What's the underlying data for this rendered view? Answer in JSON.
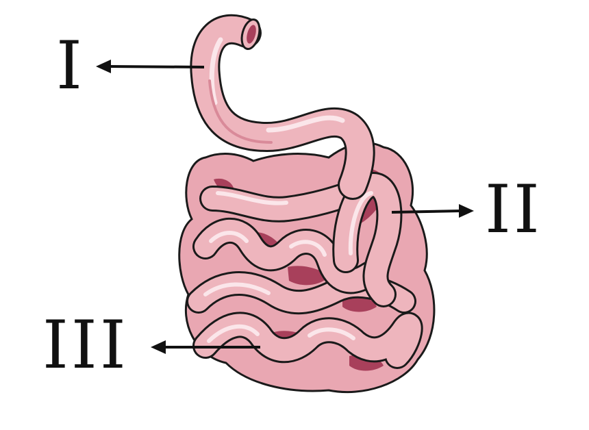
{
  "labels": {
    "part_1": "I",
    "part_2": "II",
    "part_3": "III"
  },
  "colors": {
    "intestine_fill": "#eeb5bd",
    "intestine_shadow": "#d98a99",
    "intestine_highlight": "#fbe6ea",
    "intestine_inner": "#b04a63",
    "outline": "#1a1a1a",
    "arrow": "#111111"
  }
}
